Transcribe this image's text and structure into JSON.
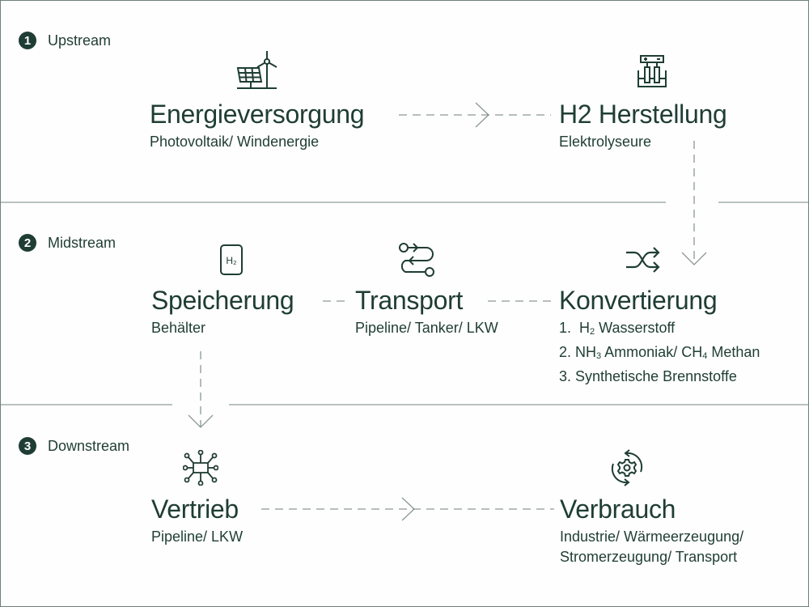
{
  "stages": [
    {
      "number": "1",
      "label": "Upstream"
    },
    {
      "number": "2",
      "label": "Midstream"
    },
    {
      "number": "3",
      "label": "Downstream"
    }
  ],
  "nodes": {
    "energieversorgung": {
      "title": "Energieversorgung",
      "subtitle": "Photovoltaik/ Windenergie",
      "icon": "solar-wind-icon"
    },
    "h2_herstellung": {
      "title": "H2 Herstellung",
      "subtitle": "Elektrolyseure",
      "icon": "electrolyzer-icon"
    },
    "speicherung": {
      "title": "Speicherung",
      "subtitle": "Behälter",
      "icon": "h2-tank-icon",
      "icon_text": "H₂"
    },
    "transport": {
      "title": "Transport",
      "subtitle": "Pipeline/ Tanker/ LKW",
      "icon": "route-icon"
    },
    "konvertierung": {
      "title": "Konvertierung",
      "icon": "shuffle-icon",
      "list": [
        {
          "num": "1.",
          "formula": "H",
          "sub": "2",
          "rest": " Wasserstoff",
          "formula2": "",
          "sub2": "",
          "rest2": ""
        },
        {
          "num": "2.",
          "formula": "NH",
          "sub": "3",
          "rest": " Ammoniak/ CH",
          "formula2": "",
          "sub2": "4",
          "rest2": " Methan"
        },
        {
          "num": "3.",
          "formula": "",
          "sub": "",
          "rest": "Synthetische Brennstoffe",
          "formula2": "",
          "sub2": "",
          "rest2": ""
        }
      ]
    },
    "vertrieb": {
      "title": "Vertrieb",
      "subtitle": "Pipeline/ LKW",
      "icon": "distribution-network-icon"
    },
    "verbrauch": {
      "title": "Verbrauch",
      "subtitle_line1": "Industrie/ Wärmeerzeugung/",
      "subtitle_line2": "Stromerzeugung/ Transport",
      "icon": "gear-cycle-icon"
    }
  },
  "connections": [
    {
      "from": "energieversorgung",
      "to": "h2_herstellung",
      "arrow": true
    },
    {
      "from": "h2_herstellung",
      "to": "konvertierung",
      "arrow": true
    },
    {
      "from": "speicherung",
      "to": "transport",
      "arrow": false
    },
    {
      "from": "transport",
      "to": "konvertierung",
      "arrow": false
    },
    {
      "from": "speicherung",
      "to": "vertrieb",
      "arrow": true
    },
    {
      "from": "vertrieb",
      "to": "verbrauch",
      "arrow": true
    }
  ],
  "colors": {
    "primary": "#1f3d34",
    "connector": "#8a9893",
    "divider": "#b9c2be"
  }
}
